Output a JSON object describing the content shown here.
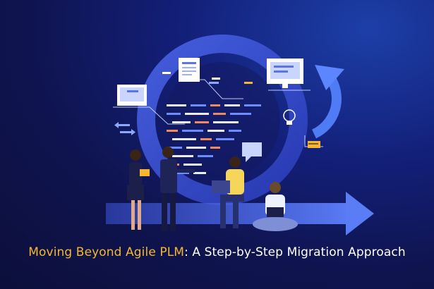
{
  "caption": {
    "highlight": "Moving Beyond Agile PLM",
    "rest": ": A Step-by-Step Migration Approach"
  },
  "colors": {
    "background_dark": "#0c0f3a",
    "background_light": "#1d3fa8",
    "ring": "#3a55d6",
    "arrow": "#4a6cf0",
    "highlight_text": "#f5b731",
    "code_orange": "#f08a5d",
    "code_blue": "#6d8cff",
    "code_white": "#e9edff"
  },
  "icons": [
    "cycle-ring",
    "refresh-arrow-icon",
    "monitor-icon",
    "document-icon",
    "lightbulb-icon",
    "chat-bubble-icon",
    "laptop-icon",
    "progress-arrow-icon"
  ]
}
